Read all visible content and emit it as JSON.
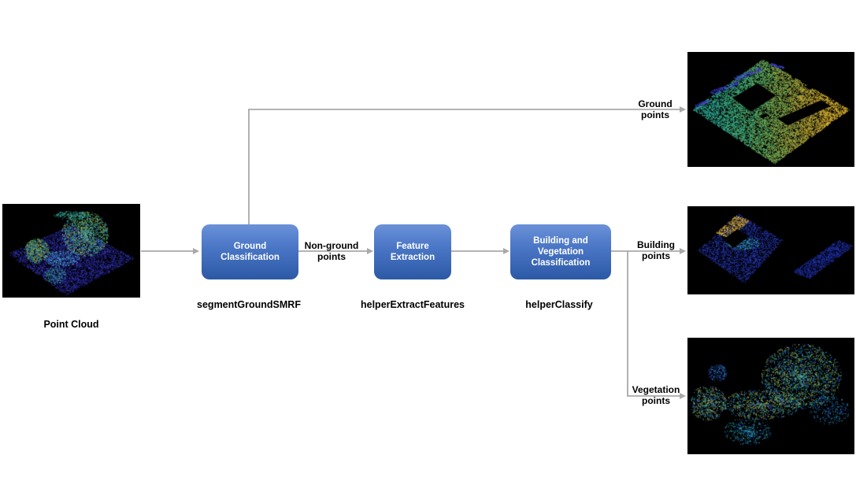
{
  "diagram": {
    "input_label": "Point Cloud",
    "nodes": [
      {
        "id": "ground-classification",
        "lines": [
          "Ground",
          "Classification"
        ],
        "function_label": "segmentGroundSMRF"
      },
      {
        "id": "feature-extraction",
        "lines": [
          "Feature",
          "Extraction"
        ],
        "function_label": "helperExtractFeatures"
      },
      {
        "id": "building-vegetation-classification",
        "lines": [
          "Building and",
          "Vegetation",
          "Classification"
        ],
        "function_label": "helperClassify"
      }
    ],
    "edge_labels": {
      "non_ground": [
        "Non-ground",
        "points"
      ],
      "ground": [
        "Ground",
        "points"
      ],
      "building": [
        "Building",
        "points"
      ],
      "vegetation": [
        "Vegetation",
        "points"
      ]
    },
    "colors": {
      "node_gradient_top": "#6b92d8",
      "node_gradient_bottom": "#2c59a5",
      "node_text": "#ffffff",
      "arrow": "#a9a9a9",
      "label_text": "#000000",
      "image_background": "#000000"
    }
  },
  "point_clouds": {
    "input": {
      "layers": [
        {
          "poly": [
            [
              0.04,
              0.53
            ],
            [
              0.5,
              0.22
            ],
            [
              0.96,
              0.58
            ],
            [
              0.46,
              0.97
            ]
          ],
          "count": 4200,
          "colors": [
            "#1a1a96",
            "#2424ae",
            "#30309f",
            "#1d1d7e",
            "#3c3cc8",
            "#28288a",
            "#4646d8"
          ]
        },
        {
          "ellipse": [
            0.6,
            0.32,
            0.17,
            0.24
          ],
          "count": 1500,
          "spread": 0.65,
          "colors": [
            "#36a06a",
            "#6ab84a",
            "#d2b238",
            "#2fa89a",
            "#46c0d0",
            "#3a79d0"
          ]
        },
        {
          "ellipse": [
            0.5,
            0.12,
            0.13,
            0.045
          ],
          "count": 170,
          "colors": [
            "#2fa89a",
            "#36a06a",
            "#46c0d0"
          ]
        },
        {
          "ellipse": [
            0.25,
            0.5,
            0.09,
            0.13
          ],
          "count": 520,
          "spread": 0.6,
          "colors": [
            "#36a06a",
            "#6ab84a",
            "#d2b238",
            "#2fa89a"
          ]
        },
        {
          "ellipse": [
            0.43,
            0.58,
            0.13,
            0.09
          ],
          "count": 330,
          "colors": [
            "#3a79d0",
            "#46c0d0",
            "#5588e0"
          ]
        },
        {
          "ellipse": [
            0.38,
            0.76,
            0.08,
            0.09
          ],
          "count": 190,
          "colors": [
            "#2fa89a",
            "#36a06a",
            "#3a79d0"
          ]
        }
      ]
    },
    "ground": {
      "layers": [
        {
          "poly": [
            [
              0.03,
              0.5
            ],
            [
              0.45,
              0.06
            ],
            [
              0.97,
              0.5
            ],
            [
              0.52,
              0.97
            ]
          ],
          "count": 11000,
          "ramp": "x",
          "jitter": 0.35,
          "colors": [
            "#2fb4a4",
            "#3cb488",
            "#5bb266",
            "#92b148",
            "#c8a838",
            "#e6bc30"
          ]
        },
        {
          "poly": [
            [
              0.13,
              0.34
            ],
            [
              0.29,
              0.25
            ],
            [
              0.31,
              0.28
            ],
            [
              0.15,
              0.37
            ]
          ],
          "count": 150,
          "colors": [
            "#3232c8",
            "#4848dd",
            "#2a2ab0"
          ]
        },
        {
          "poly": [
            [
              0.27,
              0.22
            ],
            [
              0.43,
              0.13
            ],
            [
              0.45,
              0.16
            ],
            [
              0.29,
              0.25
            ]
          ],
          "count": 150,
          "colors": [
            "#3232c8",
            "#4848dd",
            "#2a2ab0"
          ]
        },
        {
          "poly": [
            [
              0.04,
              0.46
            ],
            [
              0.12,
              0.41
            ],
            [
              0.13,
              0.43
            ],
            [
              0.05,
              0.48
            ]
          ],
          "count": 70,
          "colors": [
            "#3232c8",
            "#4848dd"
          ]
        },
        {
          "poly": [
            [
              0.5,
              0.09
            ],
            [
              0.58,
              0.13
            ],
            [
              0.57,
              0.15
            ],
            [
              0.49,
              0.11
            ]
          ],
          "count": 70,
          "colors": [
            "#3232c8",
            "#4848dd"
          ]
        }
      ],
      "holes": [
        [
          [
            0.27,
            0.4
          ],
          [
            0.42,
            0.27
          ],
          [
            0.53,
            0.38
          ],
          [
            0.38,
            0.52
          ]
        ],
        [
          [
            0.54,
            0.58
          ],
          [
            0.8,
            0.42
          ],
          [
            0.86,
            0.47
          ],
          [
            0.6,
            0.64
          ]
        ],
        [
          [
            0.7,
            0.3
          ],
          [
            0.76,
            0.26
          ],
          [
            0.79,
            0.29
          ],
          [
            0.73,
            0.33
          ]
        ],
        [
          [
            0.43,
            0.56
          ],
          [
            0.47,
            0.53
          ],
          [
            0.49,
            0.55
          ],
          [
            0.45,
            0.58
          ]
        ]
      ]
    },
    "building": {
      "layers": [
        {
          "poly": [
            [
              0.06,
              0.5
            ],
            [
              0.3,
              0.08
            ],
            [
              0.57,
              0.38
            ],
            [
              0.34,
              0.87
            ]
          ],
          "count": 2400,
          "colors": [
            "#1e2fa8",
            "#2a3cc0",
            "#16248f",
            "#3347cc"
          ]
        },
        {
          "poly": [
            [
              0.17,
              0.3
            ],
            [
              0.29,
              0.1
            ],
            [
              0.37,
              0.16
            ],
            [
              0.25,
              0.36
            ]
          ],
          "count": 420,
          "colors": [
            "#d8a830",
            "#e6c030",
            "#b08828"
          ]
        },
        {
          "ellipse": [
            0.33,
            0.42,
            0.1,
            0.07
          ],
          "count": 200,
          "colors": [
            "#2fa8a0",
            "#35a0c8",
            "#3cc0b0"
          ]
        },
        {
          "poly": [
            [
              0.63,
              0.74
            ],
            [
              0.9,
              0.38
            ],
            [
              0.99,
              0.45
            ],
            [
              0.73,
              0.82
            ]
          ],
          "count": 1000,
          "colors": [
            "#16248f",
            "#1e2fa8",
            "#2a3cc0"
          ]
        }
      ],
      "holes": [
        [
          [
            0.21,
            0.38
          ],
          [
            0.3,
            0.26
          ],
          [
            0.37,
            0.34
          ],
          [
            0.28,
            0.47
          ]
        ]
      ]
    },
    "vegetation": {
      "layers": [
        {
          "ellipse": [
            0.68,
            0.33,
            0.24,
            0.28
          ],
          "count": 2100,
          "spread": 0.7,
          "colors": [
            "#2947cc",
            "#2f8fd4",
            "#33b08a",
            "#79b648",
            "#d6b334",
            "#23a0c0"
          ]
        },
        {
          "ellipse": [
            0.44,
            0.57,
            0.24,
            0.13
          ],
          "count": 950,
          "spread": 0.7,
          "colors": [
            "#2947cc",
            "#2f8fd4",
            "#33b08a",
            "#79b648",
            "#d6b334"
          ]
        },
        {
          "ellipse": [
            0.12,
            0.56,
            0.11,
            0.15
          ],
          "count": 600,
          "spread": 0.7,
          "colors": [
            "#2947cc",
            "#2f8fd4",
            "#33b08a",
            "#79b648",
            "#d6b334"
          ]
        },
        {
          "ellipse": [
            0.18,
            0.3,
            0.06,
            0.07
          ],
          "count": 150,
          "colors": [
            "#2947cc",
            "#2f8fd4"
          ]
        },
        {
          "ellipse": [
            0.36,
            0.8,
            0.14,
            0.12
          ],
          "count": 420,
          "spread": 0.75,
          "colors": [
            "#2947cc",
            "#23a0c0",
            "#33b08a"
          ]
        },
        {
          "ellipse": [
            0.85,
            0.62,
            0.12,
            0.12
          ],
          "count": 230,
          "colors": [
            "#2947cc",
            "#2f8fd4",
            "#23a0c0"
          ]
        }
      ]
    }
  }
}
